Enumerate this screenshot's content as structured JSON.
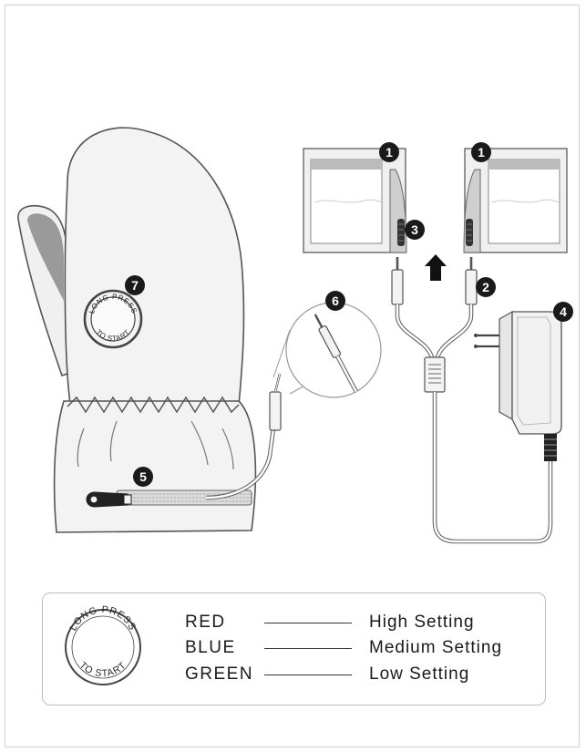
{
  "callouts": {
    "c1a": "1",
    "c1b": "1",
    "c2": "2",
    "c3": "3",
    "c4": "4",
    "c5": "5",
    "c6": "6",
    "c7": "7"
  },
  "button_stamp": {
    "text_top": "LONG PRESS",
    "text_bottom": "TO START"
  },
  "legend": {
    "stamp_top": "LONG PRESS",
    "stamp_bottom": "TO START",
    "rows": [
      {
        "color": "RED",
        "setting": "High Setting"
      },
      {
        "color": "BLUE",
        "setting": "Medium Setting"
      },
      {
        "color": "GREEN",
        "setting": "Low Setting"
      }
    ]
  }
}
